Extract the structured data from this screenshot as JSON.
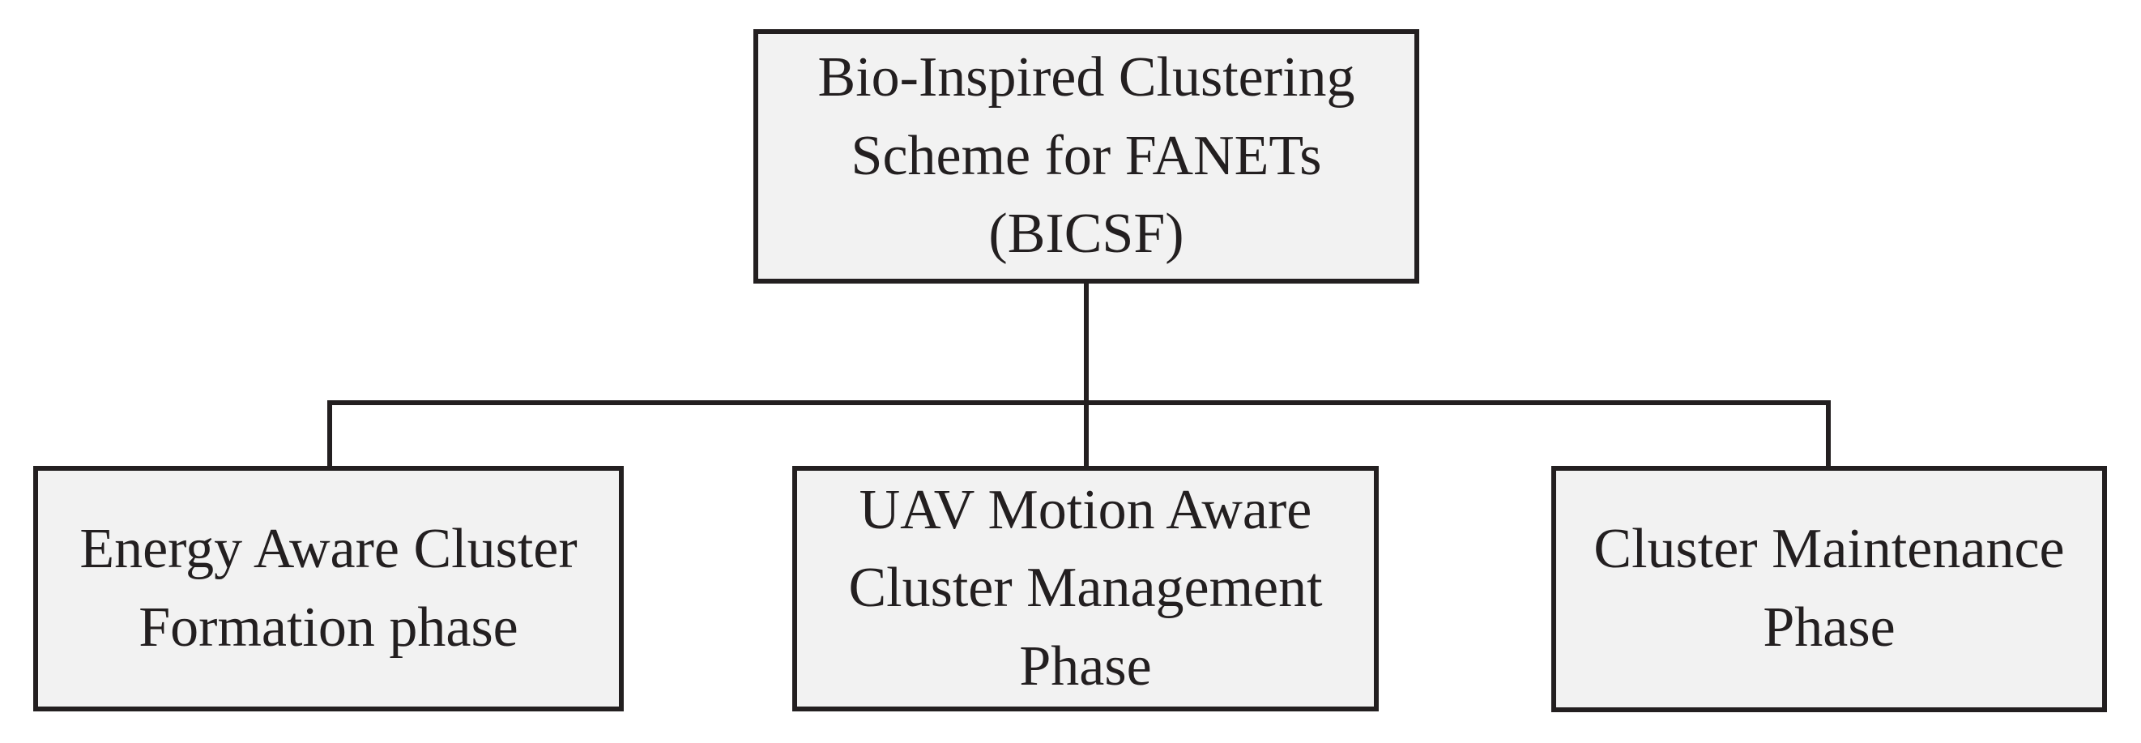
{
  "diagram": {
    "type": "hierarchy-flowchart",
    "colors": {
      "background": "#ffffff",
      "box_fill": "#f2f2f2",
      "box_border": "#231f20",
      "text": "#231f20",
      "connector": "#231f20"
    },
    "root": {
      "label": "Bio-Inspired Clustering\nScheme for FANETs\n(BICSF)"
    },
    "children": [
      {
        "label": "Energy Aware Cluster\nFormation phase"
      },
      {
        "label": "UAV Motion Aware\nCluster Management\nPhase"
      },
      {
        "label": "Cluster Maintenance\nPhase"
      }
    ]
  }
}
